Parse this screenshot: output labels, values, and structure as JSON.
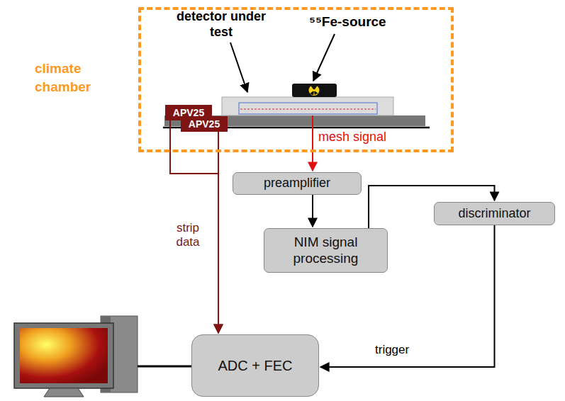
{
  "diagram": {
    "nodes": [
      {
        "text": [
          "climate chamber"
        ]
      },
      {
        "text": [
          "APV25"
        ],
        "in": 0
      },
      {
        "text": [
          "APV25"
        ],
        "in": 0
      },
      {
        "text": [
          "preamplifier"
        ]
      },
      {
        "text": [
          "NIM signal processing"
        ]
      },
      {
        "text": [
          "discriminator"
        ]
      },
      {
        "text": [
          "ADC + FEC"
        ]
      }
    ],
    "edges": [
      {
        "from": 1,
        "to": 6,
        "arrow": "to",
        "label": "strip data"
      },
      {
        "from": 2,
        "to": 6,
        "arrow": "to"
      },
      {
        "from": 3,
        "to": 4,
        "arrow": "to"
      },
      {
        "from": 4,
        "to": 5,
        "arrow": "to"
      },
      {
        "from": 5,
        "to": 6,
        "arrow": "to",
        "label": "trigger"
      }
    ],
    "labels": [
      "detector under test",
      "⁵⁵Fe-source",
      "mesh signal"
    ]
  }
}
